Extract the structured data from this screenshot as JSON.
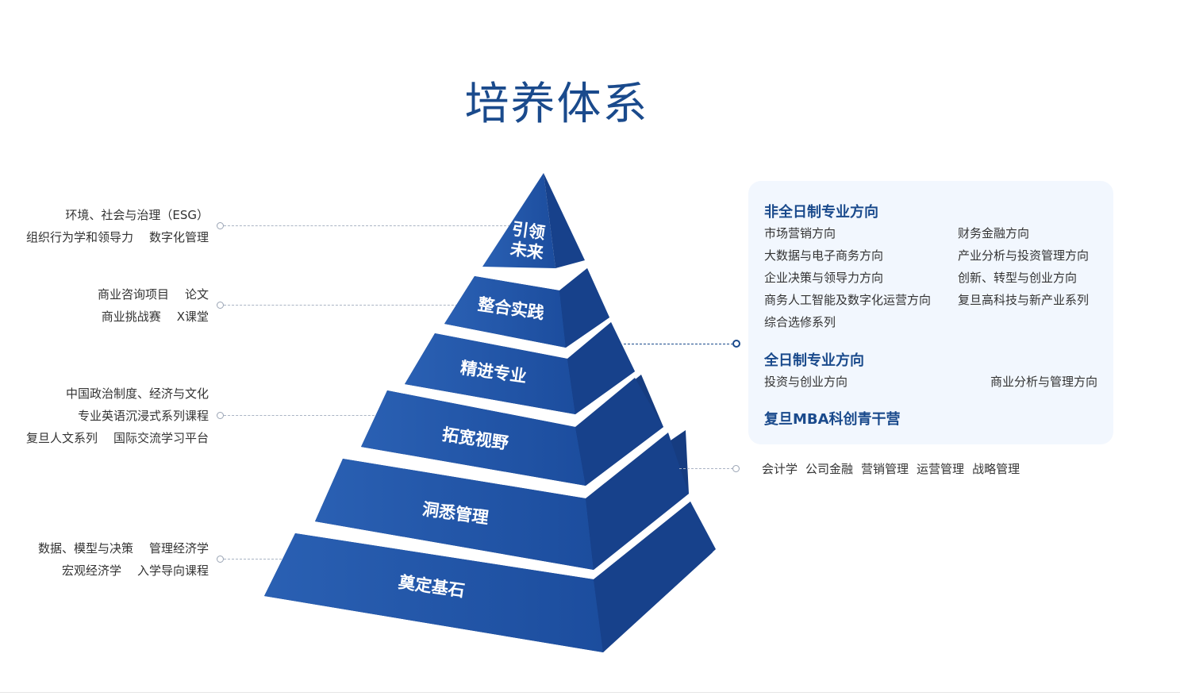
{
  "title": "培养体系",
  "pyramid_layers": [
    {
      "label_line1": "引领",
      "label_line2": "未来"
    },
    {
      "label": "整合实践"
    },
    {
      "label": "精进专业"
    },
    {
      "label": "拓宽视野"
    },
    {
      "label": "洞悉管理"
    },
    {
      "label": "奠定基石"
    }
  ],
  "left_groups": {
    "future": {
      "line1": [
        "环境、社会与治理（ESG）"
      ],
      "line2": [
        "组织行为学和领导力",
        "数字化管理"
      ]
    },
    "practice": {
      "line1": [
        "商业咨询项目",
        "论文"
      ],
      "line2": [
        "商业挑战赛",
        "X课堂"
      ]
    },
    "vision": {
      "line1": [
        "中国政治制度、经济与文化"
      ],
      "line2": [
        "专业英语沉浸式系列课程"
      ],
      "line3": [
        "复旦人文系列",
        "国际交流学习平台"
      ]
    },
    "foundation": {
      "line1": [
        "数据、模型与决策",
        "管理经济学"
      ],
      "line2": [
        "宏观经济学",
        "入学导向课程"
      ]
    }
  },
  "card": {
    "parttime_heading": "非全日制专业方向",
    "parttime_left": [
      "市场营销方向",
      "大数据与电子商务方向",
      "企业决策与领导力方向",
      "商务人工智能及数字化运营方向",
      "综合选修系列"
    ],
    "parttime_right": [
      "财务金融方向",
      "产业分析与投资管理方向",
      "创新、转型与创业方向",
      "复旦高科技与新产业系列"
    ],
    "fulltime_heading": "全日制专业方向",
    "fulltime_left": "投资与创业方向",
    "fulltime_right": "商业分析与管理方向",
    "camp_heading": "复旦MBA科创青干营"
  },
  "management_courses": [
    "会计学",
    "公司金融",
    "营销管理",
    "运营管理",
    "战略管理"
  ],
  "colors": {
    "title": "#1a4a8c",
    "pyramid_front": "#1f56a8",
    "pyramid_side": "#17408a",
    "pyramid_gap": "#163c80",
    "card_bg": "#f2f7fe"
  }
}
